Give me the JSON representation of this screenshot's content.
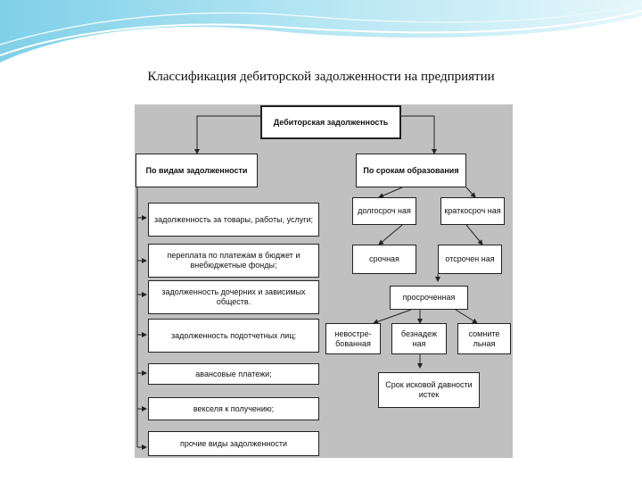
{
  "title": "Классификация дебиторской задолженности на предприятии",
  "diagram": {
    "root": "Дебиторская задолженность",
    "by_type": {
      "heading": "По видам задолженности",
      "items": [
        "задолженность за товары, работы, услуги;",
        "переплата по платежам в бюджет и внебюджетные фонды;",
        "задолженность дочерних и зависимых обществ.",
        "задолженность подотчетных лиц;",
        "авансовые платежи;",
        "векселя к получению;",
        "прочие виды задолженности"
      ]
    },
    "by_term": {
      "heading": "По срокам образования",
      "long_term": "долгосроч ная",
      "short_term": "краткосроч ная",
      "current": "срочная",
      "deferred": "отсрочен ная",
      "overdue": "просроченная",
      "overdue_kinds": [
        "невостре- бованная",
        "безнадеж ная",
        "сомните льная"
      ],
      "limitation": "Срок исковой давности истек"
    }
  }
}
